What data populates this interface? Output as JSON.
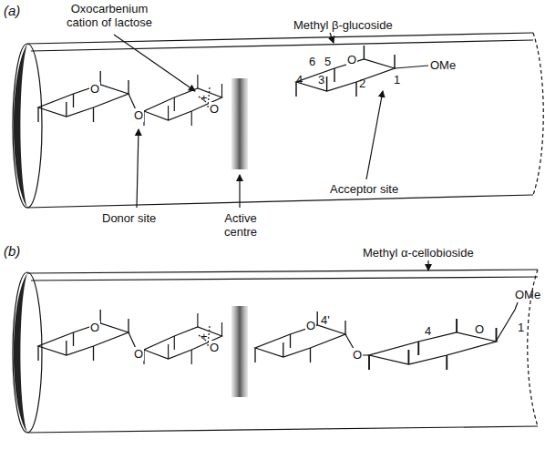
{
  "diagram": {
    "labels": [
      "(a)",
      "Oxocarbenium cation of lactose",
      "Methyl β-glucoside",
      "6",
      "5",
      "4",
      "3",
      "2",
      "1",
      "OMe",
      "O",
      "O",
      "+",
      "O",
      "O",
      "Donor site",
      "Active centre",
      "Acceptor site",
      "(b)",
      "Methyl α-cellobioside",
      "OMe",
      "4'",
      "4",
      "1",
      "O",
      "O",
      "+",
      "O",
      "O",
      "O",
      "O"
    ]
  }
}
